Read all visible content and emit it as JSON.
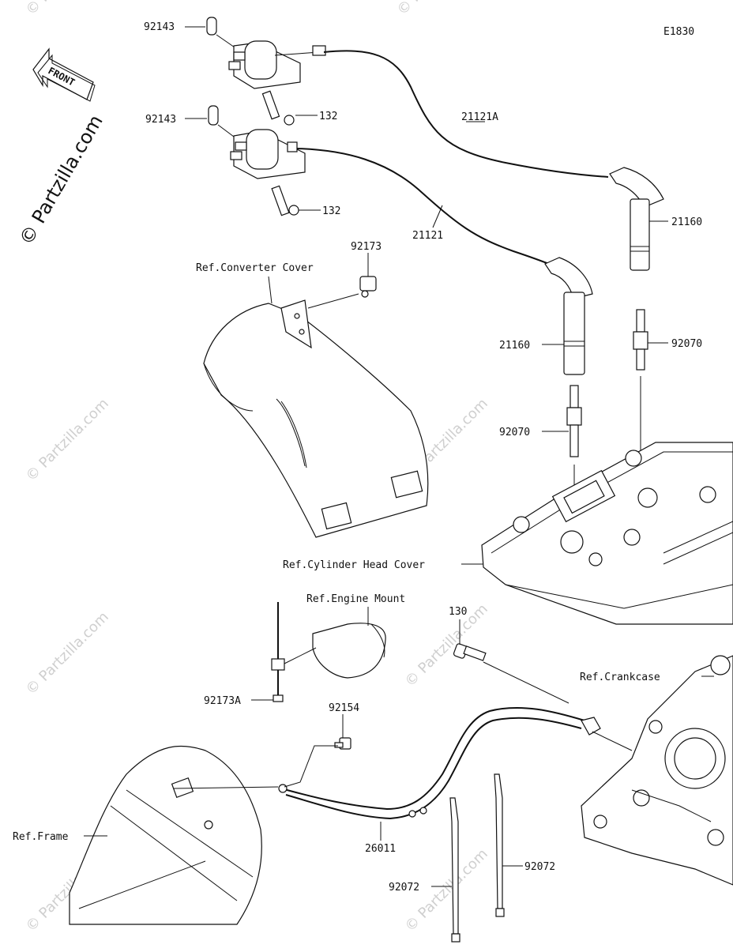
{
  "diagram": {
    "code": "E1830",
    "front_label": "FRONT",
    "watermark": "© Partzilla.com",
    "labels": {
      "p92143_a": "92143",
      "p92143_b": "92143",
      "p132_a": "132",
      "p132_b": "132",
      "p21121A": "21121A",
      "p21121": "21121",
      "p21160_a": "21160",
      "p21160_b": "21160",
      "p92173": "92173",
      "p92070_a": "92070",
      "p92070_b": "92070",
      "ref_converter": "Ref.Converter Cover",
      "ref_cyl_head": "Ref.Cylinder Head Cover",
      "ref_engine_mount": "Ref.Engine Mount",
      "p130": "130",
      "ref_crankcase": "Ref.Crankcase",
      "p92173A": "92173A",
      "p92154": "92154",
      "ref_frame": "Ref.Frame",
      "p26011": "26011",
      "p92072_a": "92072",
      "p92072_b": "92072"
    }
  }
}
